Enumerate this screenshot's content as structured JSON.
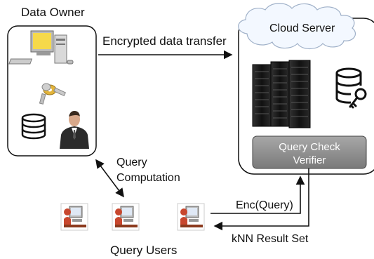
{
  "owner": {
    "title": "Data Owner"
  },
  "transfer": {
    "label": "Encrypted data transfer"
  },
  "cloud": {
    "title": "Cloud Server"
  },
  "verifier": {
    "line1": "Query Check",
    "line2": "Verifier"
  },
  "computation": {
    "line1": "Query",
    "line2": "Computation"
  },
  "users": {
    "title": "Query Users"
  },
  "messages": {
    "enc_query": "Enc(Query)",
    "knn_result": "kNN Result Set"
  },
  "colors": {
    "cloud_fill": "#f3f8ff",
    "verifier_fill": "#8e8e8e",
    "verifier_text": "#ffffff",
    "server_rack": "#1e1e1e",
    "key_gold": "#e3b43a",
    "user_red": "#c8472e"
  }
}
